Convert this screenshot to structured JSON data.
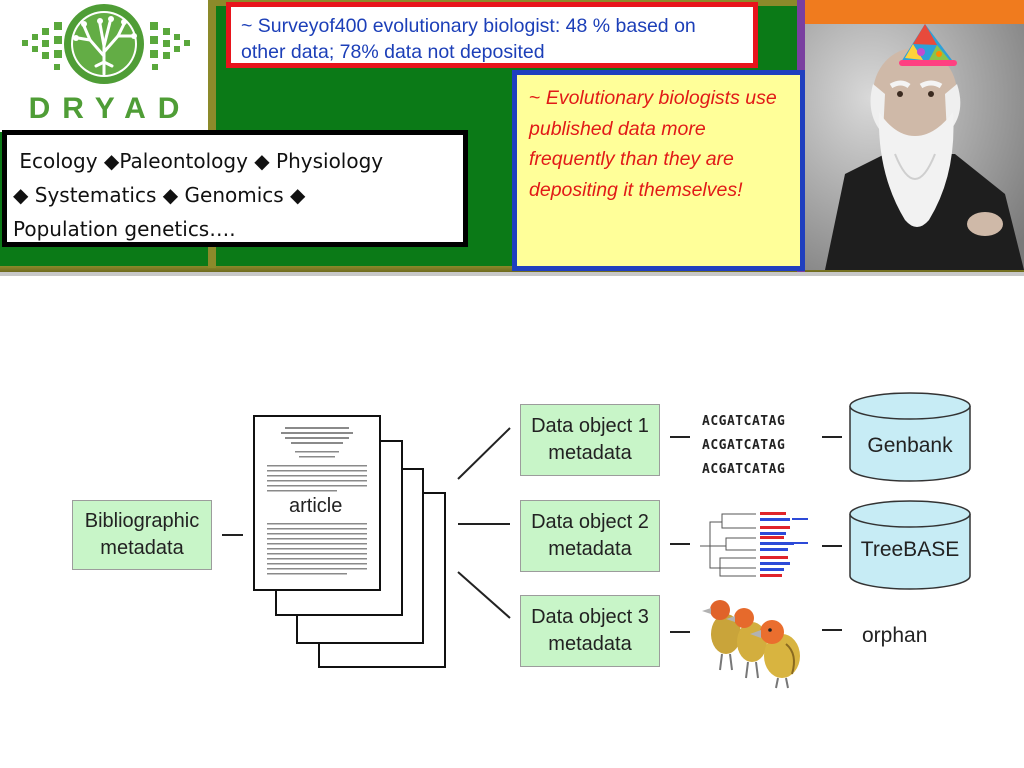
{
  "logo": {
    "name": "DRYAD",
    "icon": "tree-logo-icon",
    "color": "#4f9d36"
  },
  "survey_callout": {
    "text": "~ Surveyof400 evolutionary biologist:  48 % based on other data; 78% data not deposited",
    "color": "#1c3fb8",
    "border_color": "#e8141c"
  },
  "disciplines_callout": {
    "items": [
      "Ecology",
      "Paleontology",
      "Physiology",
      "Systematics",
      "Genomics",
      "Population genetics…."
    ],
    "separator_icon": "diamond-icon"
  },
  "evolutionary_callout": {
    "tilde": "~ ",
    "text": "Evolutionary biologists use published data more frequently than they are depositing it themselves!",
    "color": "#e11a17",
    "background": "#ffff99"
  },
  "portrait": {
    "icon": "darwin-portrait-party-hat-icon"
  },
  "diagram": {
    "bibliographic": "Bibliographic metadata",
    "article": "article",
    "data_objects": [
      {
        "label": "Data object 1 metadata",
        "repository": "Genbank"
      },
      {
        "label": "Data object 2 metadata",
        "repository": "TreeBASE"
      },
      {
        "label": "Data object 3 metadata",
        "repository": "orphan"
      }
    ],
    "sequences": [
      "ACGATCATAG",
      "ACGATCATAG",
      "ACGATCATAG"
    ],
    "tree_icon": "phylogenetic-tree-icon",
    "birds_icon": "finch-birds-icon"
  }
}
